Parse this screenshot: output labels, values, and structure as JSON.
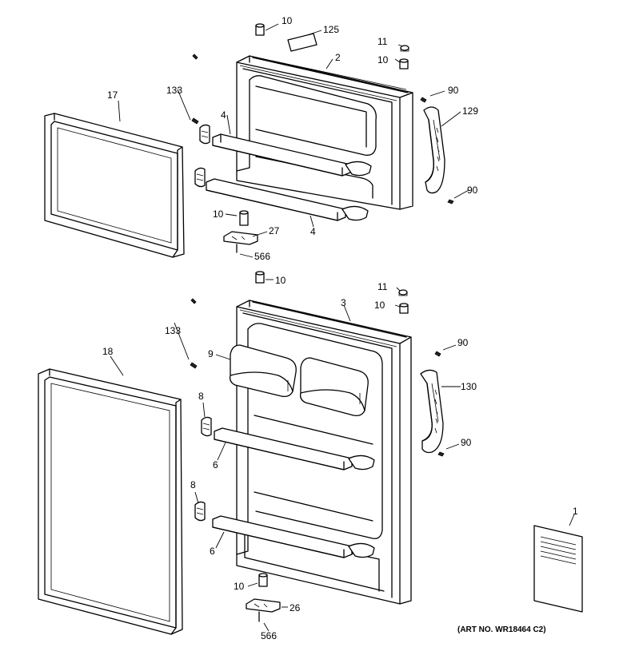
{
  "callouts": {
    "c10a": "10",
    "c125": "125",
    "c11a": "11",
    "c10b": "10",
    "c2": "2",
    "c133a": "133",
    "c17": "17",
    "c90a": "90",
    "c4a": "4",
    "c129": "129",
    "c90b": "90",
    "c10c": "10",
    "c27": "27",
    "c4b": "4",
    "c566a": "566",
    "c10d": "10",
    "c11b": "11",
    "c3": "3",
    "c10e": "10",
    "c133b": "133",
    "c90c": "90",
    "c18": "18",
    "c9": "9",
    "c130": "130",
    "c8a": "8",
    "c6a": "6",
    "c90d": "90",
    "c8b": "8",
    "c6b": "6",
    "c1": "1",
    "c10f": "10",
    "c26": "26",
    "c566b": "566"
  },
  "art_number": "(ART NO. WR18464 C2)"
}
